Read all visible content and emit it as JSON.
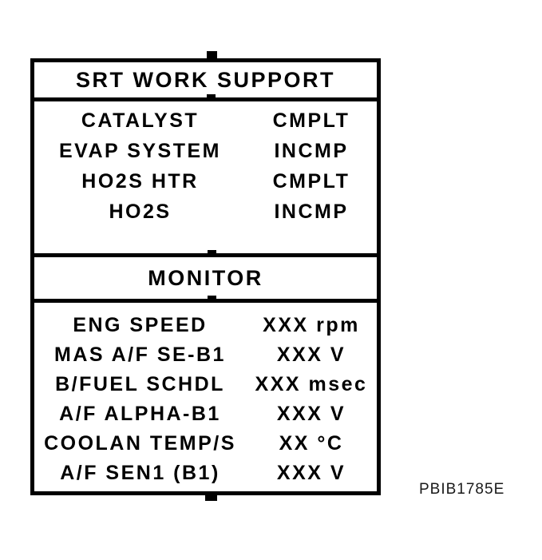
{
  "figure_code": "PBIB1785E",
  "colors": {
    "ink": "#000000",
    "background": "#ffffff"
  },
  "srt": {
    "title": "SRT WORK SUPPORT",
    "rows": [
      {
        "label": "CATALYST",
        "value": "CMPLT"
      },
      {
        "label": "EVAP SYSTEM",
        "value": "INCMP"
      },
      {
        "label": "HO2S HTR",
        "value": "CMPLT"
      },
      {
        "label": "HO2S",
        "value": "INCMP"
      }
    ]
  },
  "monitor": {
    "title": "MONITOR",
    "rows": [
      {
        "label": "ENG SPEED",
        "value": "XXX rpm"
      },
      {
        "label": "MAS A/F SE-B1",
        "value": "XXX V"
      },
      {
        "label": "B/FUEL SCHDL",
        "value": "XXX msec"
      },
      {
        "label": "A/F ALPHA-B1",
        "value": "XXX V"
      },
      {
        "label": "COOLAN TEMP/S",
        "value": "XX °C"
      },
      {
        "label": "A/F SEN1 (B1)",
        "value": "XXX V"
      }
    ]
  }
}
